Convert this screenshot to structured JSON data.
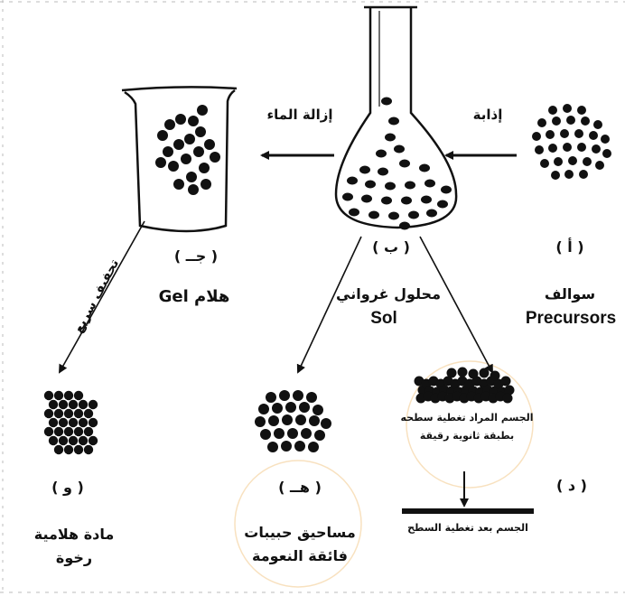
{
  "steps": {
    "dissolve_label": "إذابة",
    "water_removal_label": "إزالة الماء",
    "fast_drying_label": "تجفيف سريع"
  },
  "precursors": {
    "letter": "( أ )",
    "name_ar": "سوالف",
    "name_en": "Precursors"
  },
  "sol": {
    "letter": "( ب )",
    "name_ar": "محلول غرواني",
    "name_en": "Sol"
  },
  "gel": {
    "letter": "( جــ )",
    "name": "هلام Gel"
  },
  "coating": {
    "letter": "( د )",
    "film_label_line1": "الجسم المراد تغطية سطحه",
    "film_label_line2": "بطبقة ثانوية رقيقة",
    "bottom_label": "الجسم بعد تغطية السطح"
  },
  "powder": {
    "letter": "( هــ )",
    "line1": "مساحيق حبيبات",
    "line2": "فائقة النعومة"
  },
  "aerogel": {
    "letter": "( و )",
    "line1": "مادة هلامية",
    "line2": "رخوة"
  },
  "colors": {
    "ink": "#111111",
    "watermark": "#f3c98b"
  }
}
